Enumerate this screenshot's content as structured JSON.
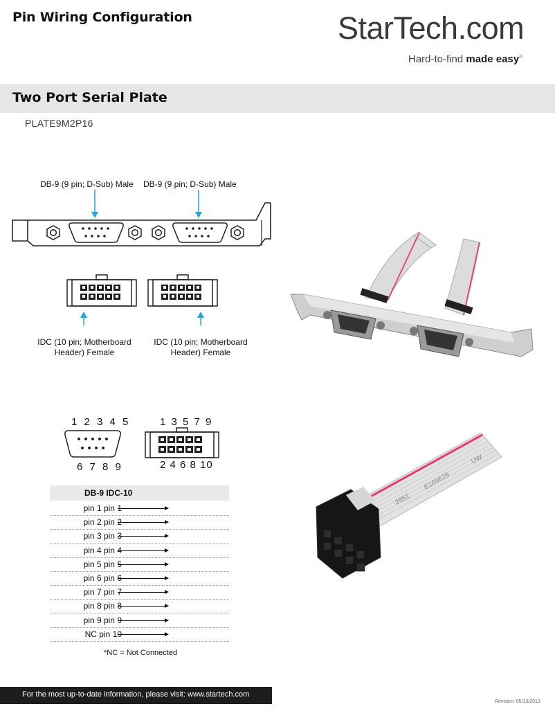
{
  "header": {
    "title": "Pin Wiring Configuration",
    "logo_text": "StarTech.com",
    "tagline_plain": "Hard-to-find ",
    "tagline_bold": "made easy",
    "tagline_mark": "®"
  },
  "section": {
    "title": "Two Port Serial Plate",
    "sku": "PLATE9M2P16"
  },
  "diagram": {
    "db9_label_left": "DB-9 (9 pin; D-Sub) Male",
    "db9_label_right": "DB-9 (9 pin; D-Sub) Male",
    "idc_label_left_line1": "IDC (10 pin; Motherboard",
    "idc_label_left_line2": "Header) Female",
    "idc_label_right_line1": "IDC (10 pin; Motherboard",
    "idc_label_right_line2": "Header) Female",
    "accent_color": "#29a3d9"
  },
  "pinout": {
    "db9_top_numbers": "1 2 3 4 5",
    "db9_bottom_numbers": "6 7 8 9",
    "idc_top_numbers": "1 3 5 7 9",
    "idc_bottom_numbers": "2 4 6 8 10"
  },
  "wiring_table": {
    "header": "DB-9 IDC-10",
    "rows": [
      {
        "db9": "pin 1",
        "idc": "pin 1"
      },
      {
        "db9": "pin 2",
        "idc": "pin 2"
      },
      {
        "db9": "pin 3",
        "idc": "pin 3"
      },
      {
        "db9": "pin 4",
        "idc": "pin 4"
      },
      {
        "db9": "pin 5",
        "idc": "pin 5"
      },
      {
        "db9": "pin 6",
        "idc": "pin 6"
      },
      {
        "db9": "pin 7",
        "idc": "pin 7"
      },
      {
        "db9": "pin 8",
        "idc": "pin 8"
      },
      {
        "db9": "pin 9",
        "idc": "pin 9"
      },
      {
        "db9": "NC",
        "idc": "pin 10"
      }
    ],
    "footnote": "*NC = Not Connected"
  },
  "photo_cable": {
    "print_1": "2651",
    "print_2": "E169626",
    "print_3": "UW"
  },
  "footer": {
    "info": "For the most up-to-date information, please visit: www.startech.com",
    "revision": "Revision: 05/13/2013"
  }
}
